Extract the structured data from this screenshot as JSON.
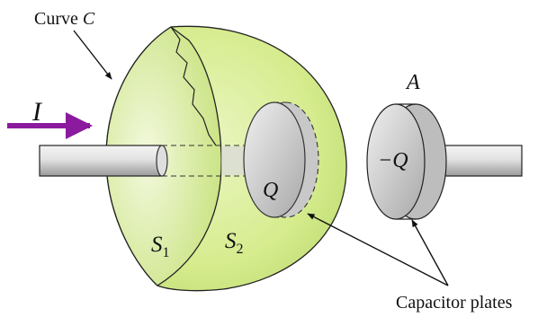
{
  "labels": {
    "curve_prefix": "Curve ",
    "curve_var": "C",
    "current": "I",
    "charge_pos": "Q",
    "charge_neg": "−Q",
    "s1_letter": "S",
    "s1_sub": "1",
    "s2_letter": "S",
    "s2_sub": "2",
    "point_a": "A",
    "plates_caption": "Capacitor plates"
  },
  "colors": {
    "surface": "#dcef9a",
    "current_arrow": "#8b1a9e",
    "wire": "#d6d6d6",
    "plate": "#cfcfcf"
  }
}
